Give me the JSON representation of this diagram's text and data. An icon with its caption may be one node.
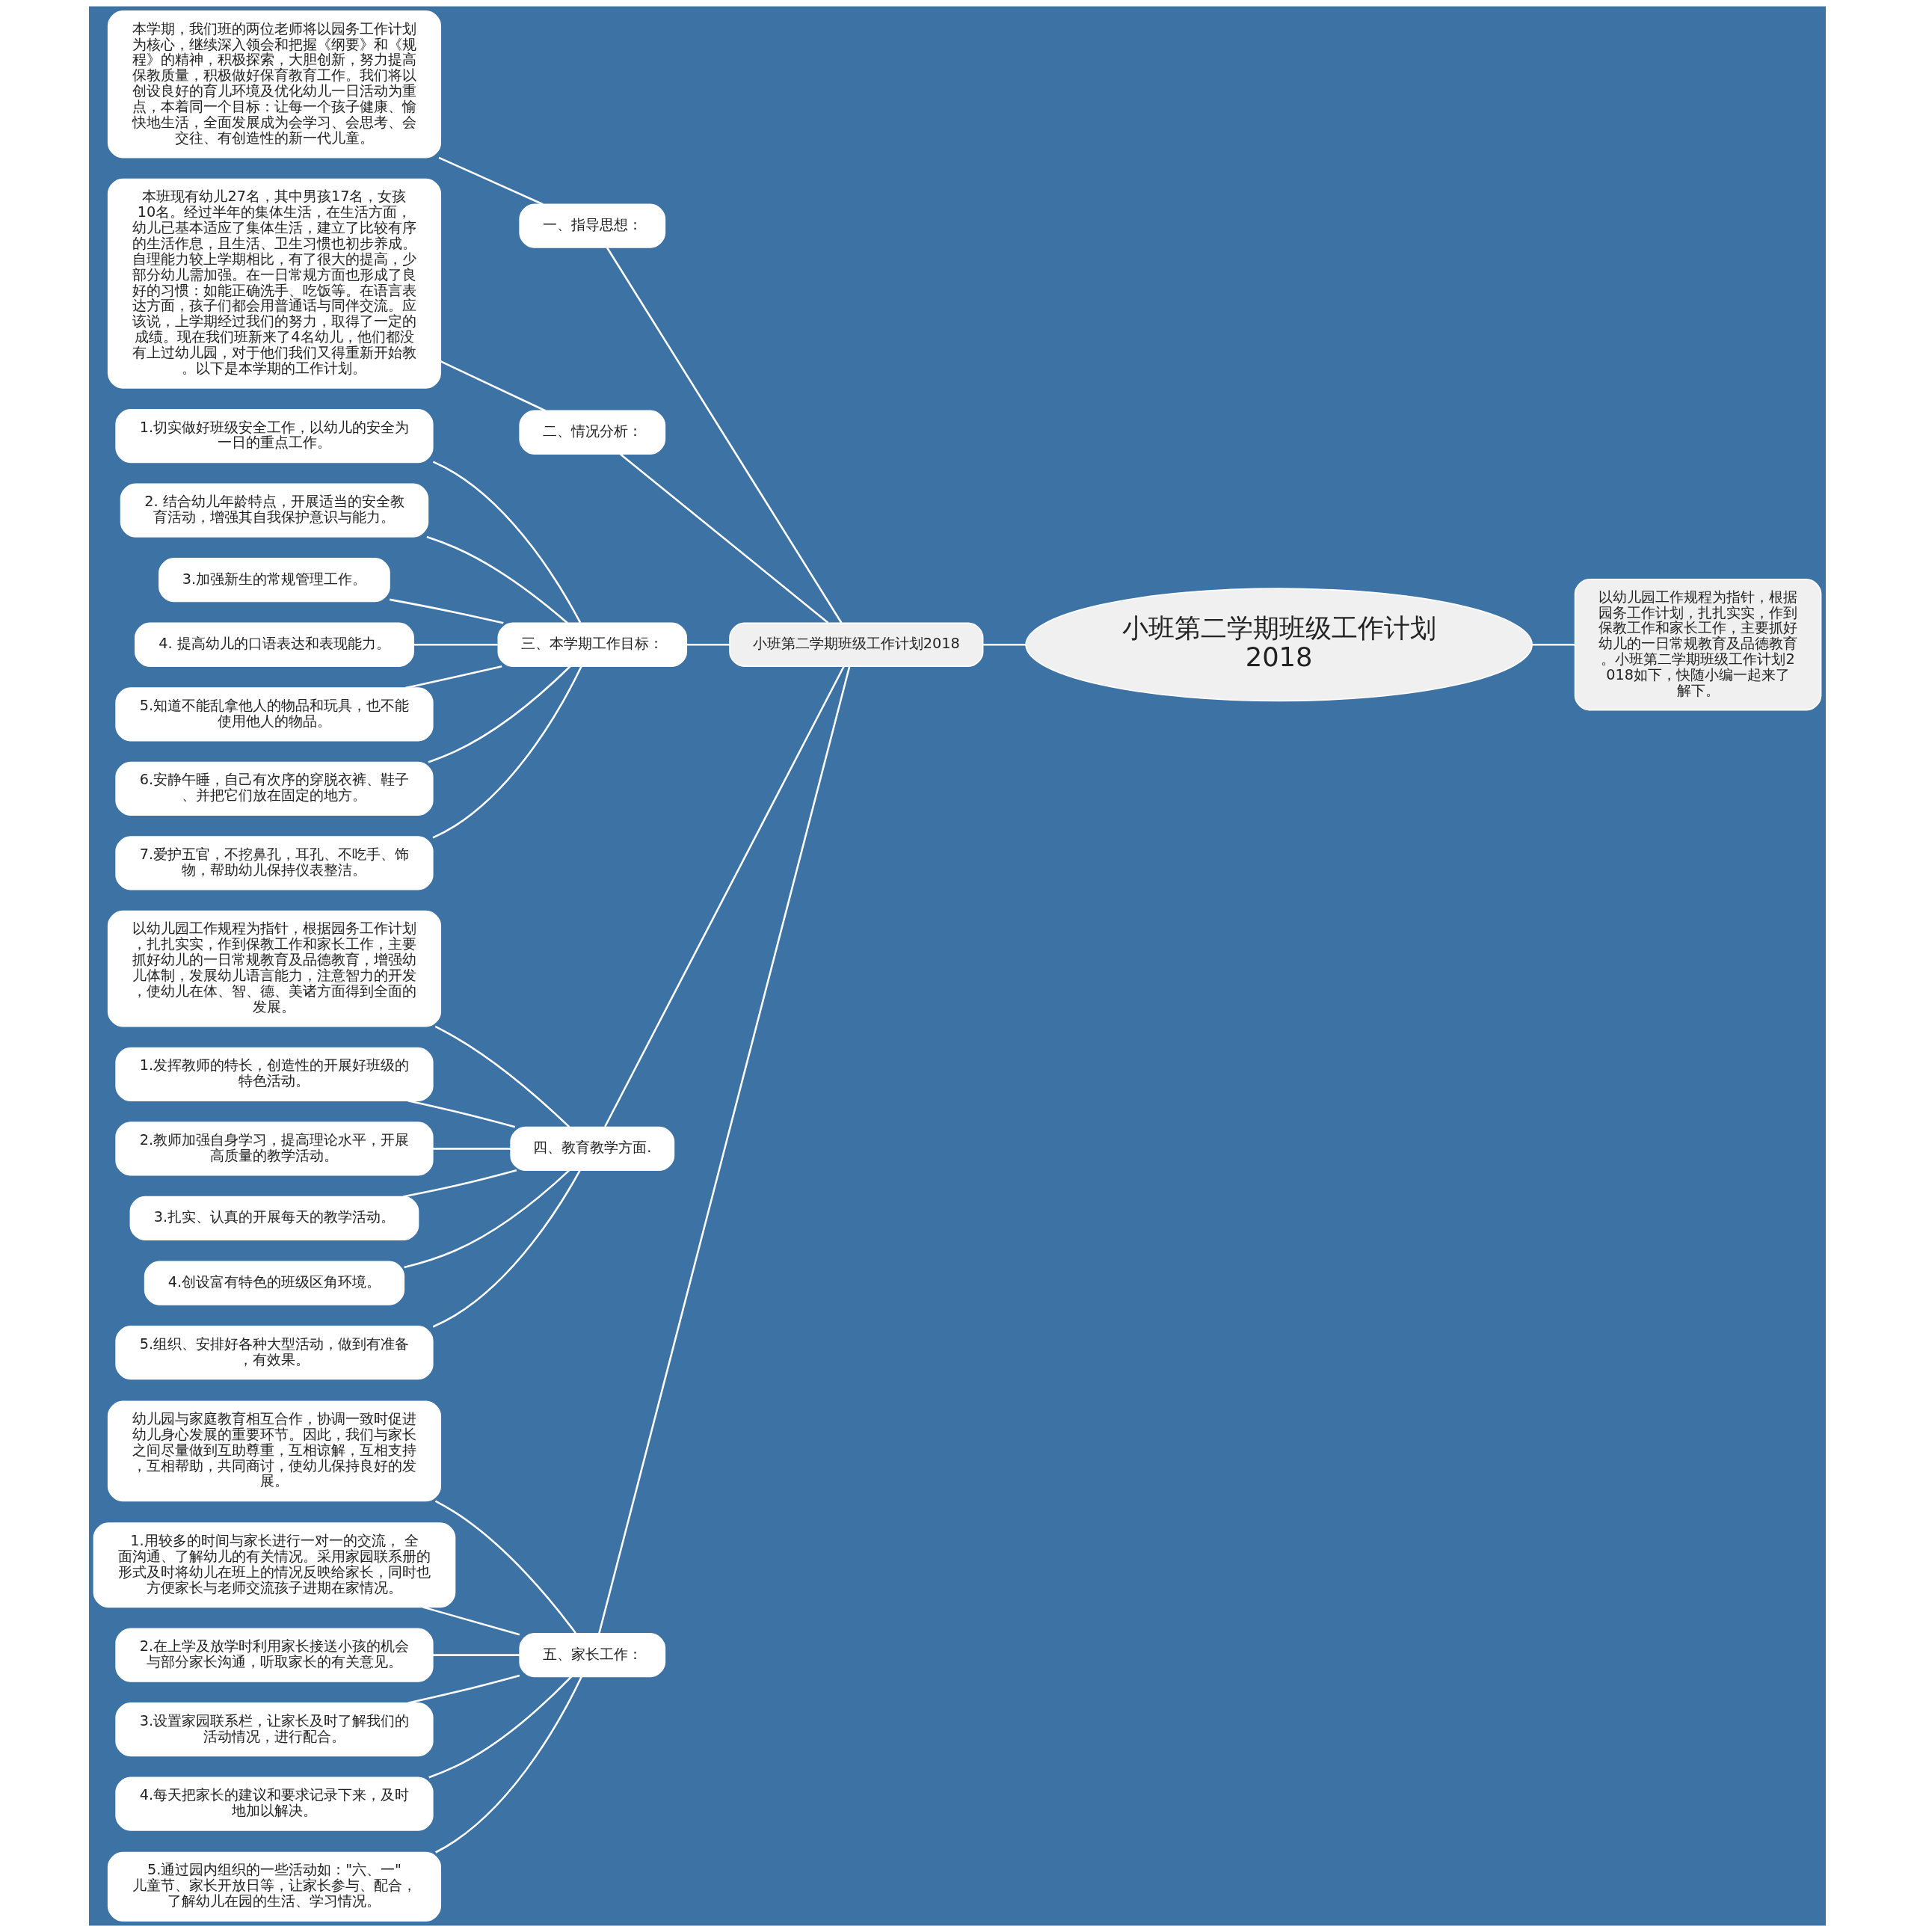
{
  "diagram": {
    "nodes": [
      {
        "text": [
          "小班第二学期班级工作计划2018"
        ]
      },
      {
        "text": [
          "以幼儿园工作规程为指针，根据园务工作计划，扎扎实实，作到保教工作和家长工作，主要抓好幼儿的一日常规教育及品德教育。小班第二学期班级工作计划2018如下，快随小编一起来了解下。"
        ]
      },
      {
        "text": [
          "小班第二学期班级工作计划2018"
        ]
      },
      {
        "text": [
          "一、指导思想："
        ]
      },
      {
        "text": [
          "本学期，我们班的两位老师将以园务工作计划为核心，继续深入领会和把握《纲要》和《规程》的精神，积极探索，大胆创新，努力提高保教质量，积极做好保育教育工作。我们将以创设良好的育儿环境及优化幼儿一日活动为重点，本着同一个目标：让每一个孩子健康、愉快地生活，全面发展成为会学习、会思考、会交往、有创造性的新一代儿童。"
        ]
      },
      {
        "text": [
          "二、情况分析："
        ]
      },
      {
        "text": [
          "本班现有幼儿27名，其中男孩17名，女孩10名。经过半年的集体生活，在生活方面，幼儿已基本适应了集体生活，建立了比较有序的生活作息，且生活、卫生习惯也初步养成。自理能力较上学期相比，有了很大的提高，少部分幼儿需加强。在一日常规方面也形成了良好的习惯：如能正确洗手、吃饭等。在语言表达方面，孩子们都会用普通话与同伴交流。应该说，上学期经过我们的努力，取得了一定的成绩。现在我们班新来了4名幼儿，他们都没有上过幼儿园，对于他们我们又得重新开始教。以下是本学期的工作计划。"
        ]
      },
      {
        "text": [
          "三、本学期工作目标："
        ]
      },
      {
        "text": [
          "1.切实做好班级安全工作，以幼儿的安全为一日的重点工作。"
        ]
      },
      {
        "text": [
          "2. 结合幼儿年龄特点，开展适当的安全教育活动，增强其自我保护意识与能力。"
        ]
      },
      {
        "text": [
          "3.加强新生的常规管理工作。"
        ]
      },
      {
        "text": [
          "4. 提高幼儿的口语表达和表现能力。"
        ]
      },
      {
        "text": [
          "5.知道不能乱拿他人的物品和玩具，也不能使用他人的物品。"
        ]
      },
      {
        "text": [
          "6.安静午睡，自己有次序的穿脱衣裤、鞋子、并把它们放在固定的地方。"
        ]
      },
      {
        "text": [
          "7.爱护五官，不挖鼻孔，耳孔、不吃手、饰物，帮助幼儿保持仪表整洁。"
        ]
      },
      {
        "text": [
          "四、教育教学方面."
        ]
      },
      {
        "text": [
          "以幼儿园工作规程为指针，根据园务工作计划，扎扎实实，作到保教工作和家长工作，主要抓好幼儿的一日常规教育及品德教育，增强幼儿体制，发展幼儿语言能力，注意智力的开发，使幼儿在体、智、德、美诸方面得到全面的发展。"
        ]
      },
      {
        "text": [
          "1.发挥教师的特长，创造性的开展好班级的特色活动。"
        ]
      },
      {
        "text": [
          "2.教师加强自身学习，提高理论水平，开展高质量的教学活动。"
        ]
      },
      {
        "text": [
          "3.扎实、认真的开展每天的教学活动。"
        ]
      },
      {
        "text": [
          "4.创设富有特色的班级区角环境。"
        ]
      },
      {
        "text": [
          "5.组织、安排好各种大型活动，做到有准备，有效果。"
        ]
      },
      {
        "text": [
          "五、家长工作："
        ]
      },
      {
        "text": [
          "幼儿园与家庭教育相互合作，协调一致时促进幼儿身心发展的重要环节。因此，我们与家长之间尽量做到互助尊重，互相谅解，互相支持，互相帮助，共同商讨，使幼儿保持良好的发展。"
        ]
      },
      {
        "text": [
          "1.用较多的时间与家长进行一对一的交流， 全面沟通、了解幼儿的有关情况。采用家园联系册的形式及时将幼儿在班上的情况反映给家长，同时也方便家长与老师交流孩子进期在家情况。"
        ]
      },
      {
        "text": [
          "2.在上学及放学时利用家长接送小孩的机会与部分家长沟通，听取家长的有关意见。"
        ]
      },
      {
        "text": [
          "3.设置家园联系栏，让家长及时了解我们的活动情况，进行配合。"
        ]
      },
      {
        "text": [
          "4.每天把家长的建议和要求记录下来，及时地加以解决。"
        ]
      },
      {
        "text": [
          "5.通过园内组织的一些活动如：\"六、一\"儿童节、家长开放日等，让家长参与、配合，了解幼儿在园的生活、学习情况。"
        ]
      }
    ],
    "edges": [
      {
        "from": 0,
        "to": 1,
        "arrow": "none"
      },
      {
        "from": 0,
        "to": 2,
        "arrow": "none"
      },
      {
        "from": 2,
        "to": 3,
        "arrow": "none"
      },
      {
        "from": 3,
        "to": 4,
        "arrow": "none"
      },
      {
        "from": 2,
        "to": 5,
        "arrow": "none"
      },
      {
        "from": 5,
        "to": 6,
        "arrow": "none"
      },
      {
        "from": 2,
        "to": 7,
        "arrow": "none"
      },
      {
        "from": 7,
        "to": 8,
        "arrow": "none"
      },
      {
        "from": 7,
        "to": 9,
        "arrow": "none"
      },
      {
        "from": 7,
        "to": 10,
        "arrow": "none"
      },
      {
        "from": 7,
        "to": 11,
        "arrow": "none"
      },
      {
        "from": 7,
        "to": 12,
        "arrow": "none"
      },
      {
        "from": 7,
        "to": 13,
        "arrow": "none"
      },
      {
        "from": 7,
        "to": 14,
        "arrow": "none"
      },
      {
        "from": 2,
        "to": 15,
        "arrow": "none"
      },
      {
        "from": 15,
        "to": 16,
        "arrow": "none"
      },
      {
        "from": 15,
        "to": 17,
        "arrow": "none"
      },
      {
        "from": 15,
        "to": 18,
        "arrow": "none"
      },
      {
        "from": 15,
        "to": 19,
        "arrow": "none"
      },
      {
        "from": 15,
        "to": 20,
        "arrow": "none"
      },
      {
        "from": 15,
        "to": 21,
        "arrow": "none"
      },
      {
        "from": 2,
        "to": 22,
        "arrow": "none"
      },
      {
        "from": 22,
        "to": 23,
        "arrow": "none"
      },
      {
        "from": 22,
        "to": 24,
        "arrow": "none"
      },
      {
        "from": 22,
        "to": 25,
        "arrow": "none"
      },
      {
        "from": 22,
        "to": 26,
        "arrow": "none"
      },
      {
        "from": 22,
        "to": 27,
        "arrow": "none"
      },
      {
        "from": 22,
        "to": 28,
        "arrow": "none"
      }
    ]
  }
}
